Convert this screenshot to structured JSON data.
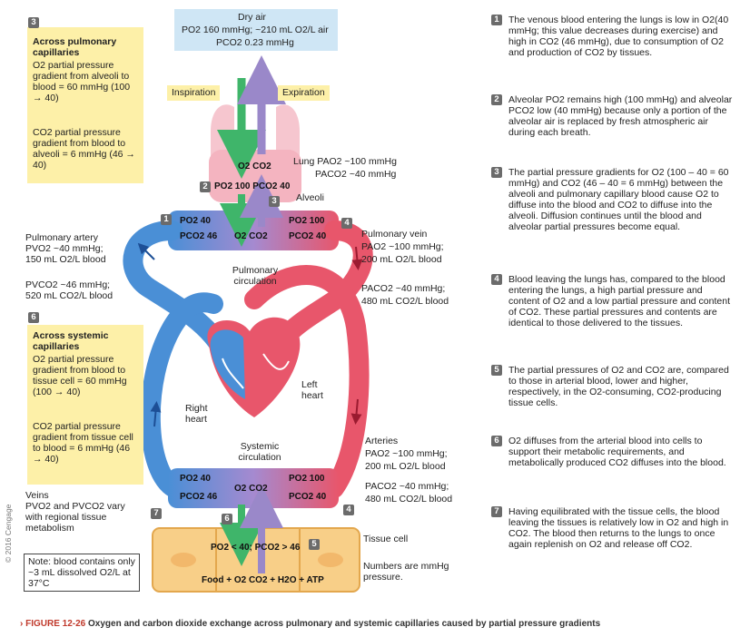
{
  "dry_air": {
    "title": "Dry air",
    "line1": "PO2 160 mmHg; ~210 mL O2/L air",
    "line2": "PCO2 0.23 mmHg"
  },
  "inspiration": "Inspiration",
  "expiration": "Expiration",
  "lung": {
    "label": "Lung PAO2 ~100 mmHg",
    "label2": "PACO2 ~40 mmHg",
    "alveoli": "Alveoli",
    "inner_gases": "O2  CO2",
    "inner_pressures": "PO2 100  PCO2 40"
  },
  "box3": {
    "num": "3",
    "title": "Across pulmonary capillaries",
    "o2_text": "O2 partial pressure gradient from alveoli to blood = 60 mmHg (100 → 40)",
    "co2_text": "CO2 partial pressure gradient from blood to alveoli = 6 mmHg (46 → 40)"
  },
  "box6": {
    "num": "6",
    "title": "Across systemic capillaries",
    "o2_text": "O2 partial pressure gradient from blood to tissue cell = 60 mmHg (100 → 40)",
    "co2_text": "CO2 partial pressure gradient from tissue cell to blood = 6 mmHg (46 → 40)"
  },
  "pulmonary_artery": {
    "title": "Pulmonary artery",
    "line1": "PVO2 ~40 mmHg;",
    "line2": "150 mL O2/L blood",
    "line3": "PVCO2 ~46 mmHg;",
    "line4": "520 mL CO2/L blood"
  },
  "veins": {
    "title": "Veins",
    "line1": "PVO2 and PVCO2 vary",
    "line2": "with regional tissue",
    "line3": "metabolism"
  },
  "note": "Note: blood contains only ~3 mL dissolved O2/L at 37°C",
  "pulmonary_vein": {
    "title": "Pulmonary vein",
    "line1": "PAO2 ~100 mmHg;",
    "line2": "200 mL O2/L blood",
    "line3": "PACO2 ~40 mmHg;",
    "line4": "480 mL CO2/L blood"
  },
  "arteries": {
    "title": "Arteries",
    "line1": "PAO2 ~100 mmHg;",
    "line2": "200 mL O2/L blood",
    "line3": "PACO2 ~40 mmHg;",
    "line4": "480 mL CO2/L blood"
  },
  "heart": {
    "right": "Right heart",
    "left": "Left heart",
    "pulmonary_circ": "Pulmonary circulation",
    "systemic_circ": "Systemic circulation"
  },
  "capillary_values": {
    "top_left_o2": "PO2 40",
    "top_left_co2": "PCO2 46",
    "top_mid": "O2  CO2",
    "top_right_o2": "PO2 100",
    "top_right_co2": "PCO2 40",
    "bot_left_o2": "PO2 40",
    "bot_left_co2": "PCO2 46",
    "bot_mid": "O2  CO2",
    "bot_right_o2": "PO2 100",
    "bot_right_co2": "PCO2 40"
  },
  "tissue": {
    "label": "Tissue cell",
    "pressures": "PO2 < 40; PCO2 > 46",
    "equation": "Food + O2    CO2 + H2O + ATP",
    "numbers_note": "Numbers are mmHg pressure."
  },
  "badges": [
    "1",
    "2",
    "3",
    "4",
    "5",
    "6",
    "7"
  ],
  "steps": [
    {
      "num": "1",
      "text": "The venous blood entering the lungs is low in O2(40 mmHg; this value decreases during exercise) and high in CO2 (46 mmHg), due to consumption of O2 and production of CO2 by tissues."
    },
    {
      "num": "2",
      "text": "Alveolar PO2 remains high (100 mmHg) and alveolar PCO2 low (40 mmHg) because only a portion of the alveolar air is replaced by fresh atmospheric air during each breath."
    },
    {
      "num": "3",
      "text": "The partial pressure gradients for O2 (100 – 40 = 60 mmHg) and CO2 (46 – 40 = 6 mmHg) between the alveoli and pulmonary capillary blood cause O2 to diffuse into the blood and CO2 to diffuse into the alveoli. Diffusion continues until the blood and alveolar partial pressures become equal."
    },
    {
      "num": "4",
      "text": "Blood leaving the lungs has, compared to the blood entering the lungs, a high partial pressure and content of O2 and a low partial pressure and content of CO2. These partial pressures and contents are identical to those delivered to the tissues."
    },
    {
      "num": "5",
      "text": "The partial pressures of O2 and CO2 are, compared to those in arterial blood, lower and higher, respectively, in the O2-consuming, CO2-producing tissue cells."
    },
    {
      "num": "6",
      "text": "O2 diffuses from the arterial blood into cells to support their metabolic requirements, and metabolically produced CO2 diffuses into the blood."
    },
    {
      "num": "7",
      "text": "Having equilibrated with the tissue cells, the blood leaving the tissues is relatively low in O2 and high in CO2. The blood then returns to the lungs to once again replenish on O2 and release off CO2."
    }
  ],
  "caption_prefix": "› FIGURE 12-26",
  "caption": "Oxygen and carbon dioxide exchange across pulmonary and systemic capillaries caused by partial pressure gradients",
  "credit": "© 2016 Cengage",
  "colors": {
    "venous": "#4a8fd6",
    "arterial": "#e8566b",
    "lung": "#f6c6cf",
    "o2_arrow": "#3fb56a",
    "co2_arrow": "#9a88c9",
    "yellow": "#fdf0a8",
    "tissue": "#f8cf88",
    "sky": "#cfe6f5"
  }
}
